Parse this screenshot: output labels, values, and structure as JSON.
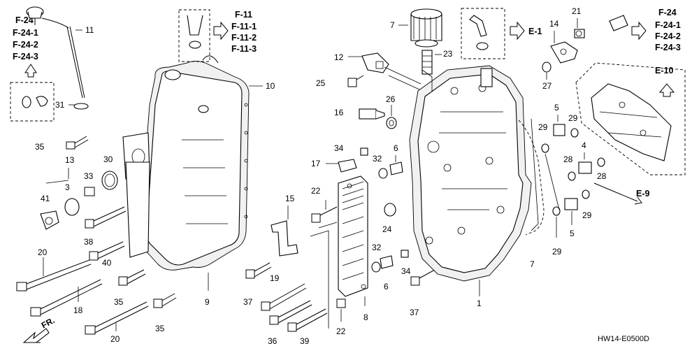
{
  "diagram": {
    "code": "HW14-E0500D",
    "fr_label": "FR.",
    "refs_left": [
      "F-24",
      "F-24-1",
      "F-24-2",
      "F-24-3"
    ],
    "refs_top_center": [
      "F-11",
      "F-11-1",
      "F-11-2",
      "F-11-3"
    ],
    "ref_e1": "E-1",
    "refs_right": [
      "F-24",
      "F-24-1",
      "F-24-2",
      "F-24-3"
    ],
    "ref_e10": "E-10",
    "ref_e9": "E-9",
    "callouts": [
      {
        "id": "11",
        "text": "11"
      },
      {
        "id": "10",
        "text": "10"
      },
      {
        "id": "31",
        "text": "31"
      },
      {
        "id": "35a",
        "text": "35"
      },
      {
        "id": "30",
        "text": "30"
      },
      {
        "id": "13",
        "text": "13"
      },
      {
        "id": "33",
        "text": "33"
      },
      {
        "id": "3",
        "text": "3"
      },
      {
        "id": "41",
        "text": "41"
      },
      {
        "id": "38",
        "text": "38"
      },
      {
        "id": "40",
        "text": "40"
      },
      {
        "id": "20a",
        "text": "20"
      },
      {
        "id": "18",
        "text": "18"
      },
      {
        "id": "35b",
        "text": "35"
      },
      {
        "id": "35c",
        "text": "35"
      },
      {
        "id": "20b",
        "text": "20"
      },
      {
        "id": "9",
        "text": "9"
      },
      {
        "id": "7a",
        "text": "7"
      },
      {
        "id": "23",
        "text": "23"
      },
      {
        "id": "12",
        "text": "12"
      },
      {
        "id": "25",
        "text": "25"
      },
      {
        "id": "26",
        "text": "26"
      },
      {
        "id": "16",
        "text": "16"
      },
      {
        "id": "34a",
        "text": "34"
      },
      {
        "id": "6a",
        "text": "6"
      },
      {
        "id": "17",
        "text": "17"
      },
      {
        "id": "32a",
        "text": "32"
      },
      {
        "id": "22a",
        "text": "22"
      },
      {
        "id": "15",
        "text": "15"
      },
      {
        "id": "24",
        "text": "24"
      },
      {
        "id": "19",
        "text": "19"
      },
      {
        "id": "37a",
        "text": "37"
      },
      {
        "id": "32b",
        "text": "32"
      },
      {
        "id": "34b",
        "text": "34"
      },
      {
        "id": "6b",
        "text": "6"
      },
      {
        "id": "36",
        "text": "36"
      },
      {
        "id": "39",
        "text": "39"
      },
      {
        "id": "22b",
        "text": "22"
      },
      {
        "id": "8",
        "text": "8"
      },
      {
        "id": "37b",
        "text": "37"
      },
      {
        "id": "1",
        "text": "1"
      },
      {
        "id": "21",
        "text": "21"
      },
      {
        "id": "14",
        "text": "14"
      },
      {
        "id": "27",
        "text": "27"
      },
      {
        "id": "5a",
        "text": "5"
      },
      {
        "id": "29a",
        "text": "29"
      },
      {
        "id": "29b",
        "text": "29"
      },
      {
        "id": "4",
        "text": "4"
      },
      {
        "id": "28a",
        "text": "28"
      },
      {
        "id": "28b",
        "text": "28"
      },
      {
        "id": "29c",
        "text": "29"
      },
      {
        "id": "29d",
        "text": "29"
      },
      {
        "id": "5b",
        "text": "5"
      },
      {
        "id": "7b",
        "text": "7"
      }
    ]
  }
}
